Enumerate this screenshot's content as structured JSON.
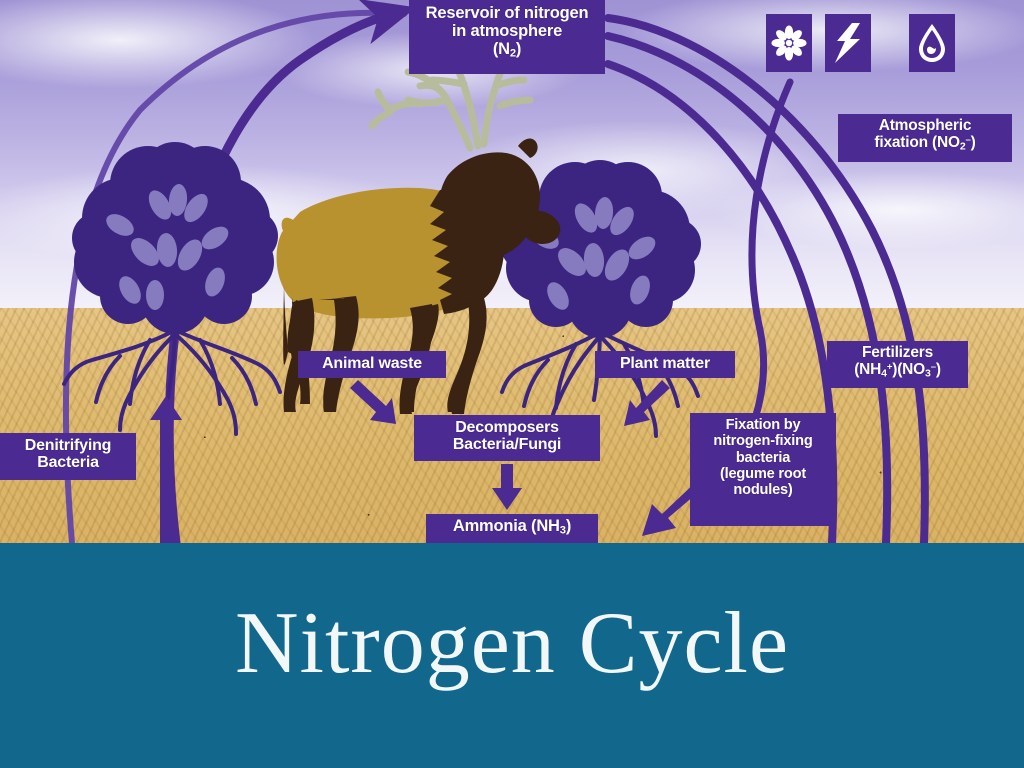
{
  "slide": {
    "title": "Nitrogen Cycle",
    "background_color": "#11678c",
    "diagram_accent_color": "#4b2a91",
    "soil_color": "#e0bd74",
    "sky_color": "#a79cd9"
  },
  "diagram": {
    "name": "nitrogen-cycle-diagram",
    "labels": {
      "reservoir_line1": "Reservoir of nitrogen",
      "reservoir_line2": "in atmosphere",
      "reservoir_line3_prefix": "(N",
      "reservoir_line3_sub": "2",
      "reservoir_line3_suffix": ")",
      "atmospheric_line1": "Atmospheric",
      "atmospheric_line2_prefix": "fixation (NO",
      "atmospheric_line2_sub": "2",
      "atmospheric_line2_sup": "–",
      "atmospheric_line2_suffix": ")",
      "animal_waste": "Animal waste",
      "plant_matter": "Plant matter",
      "fertilizers_line1": "Fertilizers",
      "fertilizers_line2_a": "(NH",
      "fertilizers_line2_a_sub": "4",
      "fertilizers_line2_a_sup": "+",
      "fertilizers_line2_b": ")(NO",
      "fertilizers_line2_b_sub": "3",
      "fertilizers_line2_b_sup": "–",
      "fertilizers_line2_close": ")",
      "decomposers_line1": "Decomposers",
      "decomposers_line2": "Bacteria/Fungi",
      "fixation_line1": "Fixation by",
      "fixation_line2": "nitrogen-fixing",
      "fixation_line3": "bacteria",
      "fixation_line4": "(legume root",
      "fixation_line5": "nodules)",
      "denitrifying_line1": "Denitrifying",
      "denitrifying_line2": "Bacteria",
      "ammonia_prefix": "Ammonia (NH",
      "ammonia_sub": "3",
      "ammonia_suffix": ")"
    },
    "icons": [
      {
        "name": "sun-flower-icon",
        "meaning": "solar energy"
      },
      {
        "name": "lightning-bolt-icon",
        "meaning": "lightning"
      },
      {
        "name": "water-drop-icon",
        "meaning": "precipitation"
      }
    ],
    "scene": {
      "animal": "elk",
      "trees": 2,
      "arcs": 4
    }
  }
}
